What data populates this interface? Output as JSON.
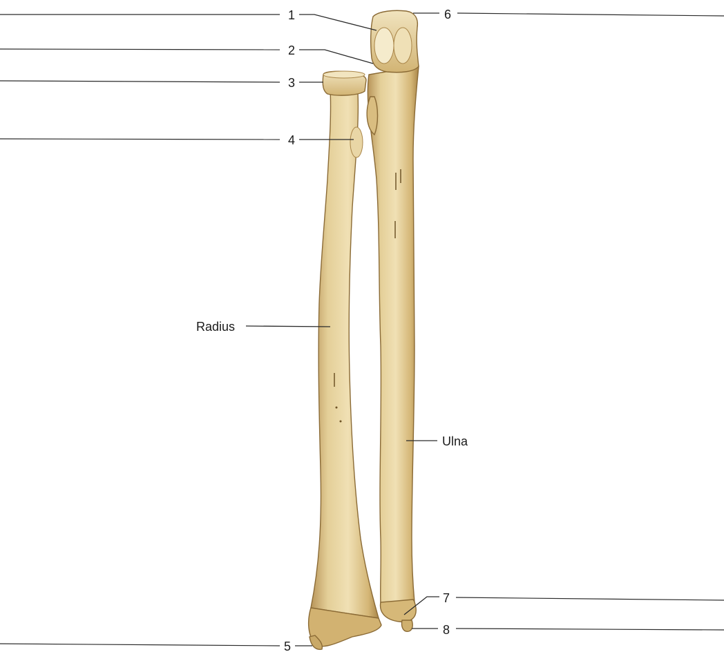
{
  "labels": {
    "n1": "1",
    "n2": "2",
    "n3": "3",
    "n4": "4",
    "n5": "5",
    "n6": "6",
    "n7": "7",
    "n8": "8",
    "radius": "Radius",
    "ulna": "Ulna"
  },
  "colors": {
    "bone_fill": "#e2cc94",
    "bone_shade": "#c9aa68",
    "bone_highlight": "#f3e6c2",
    "bone_outline": "#8a6a35",
    "line": "#2a2a2a"
  }
}
